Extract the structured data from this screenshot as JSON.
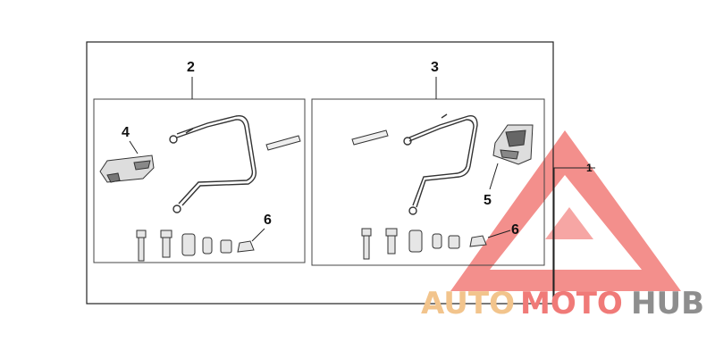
{
  "diagram": {
    "callouts": {
      "kit": "1",
      "left_set": "2",
      "right_set": "3",
      "left_latch": "4",
      "right_latch": "5",
      "left_cap": "6",
      "right_cap": "6"
    }
  },
  "watermark": {
    "word_a": "AUTO",
    "word_b": "MOTO",
    "word_c": "HUB",
    "colors": {
      "auto": "#f2c48c",
      "moto": "#f07a78",
      "hub": "#8e8e8e",
      "triangle": "#f06a66"
    }
  }
}
